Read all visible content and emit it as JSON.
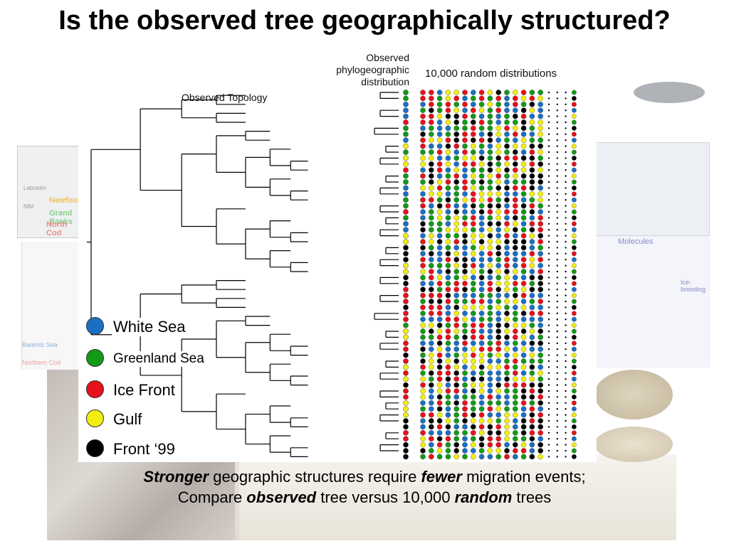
{
  "slide": {
    "title": "Is the observed tree geographically structured?"
  },
  "figure": {
    "observed_header": [
      "Observed",
      "phylogeographic",
      "distribution"
    ],
    "random_header": "10,000 random distributions",
    "topology_label": "Observed Topology"
  },
  "legend": [
    {
      "label": "White Sea",
      "color": "#1a6fc4"
    },
    {
      "label": "Greenland Sea",
      "color": "#119a16"
    },
    {
      "label": "Ice Front",
      "color": "#e8101a"
    },
    {
      "label": "Gulf",
      "color": "#f2ee10"
    },
    {
      "label": "Front ‘99",
      "color": "#000000"
    }
  ],
  "caption": {
    "line1": {
      "b1": "Stronger",
      "t1": " geographic structures require ",
      "b2": "fewer",
      "t2": " migration events;"
    },
    "line2": {
      "t0": "Compare ",
      "b1": "observed",
      "t1": " tree versus 10,000 ",
      "b2": "random",
      "t2": " trees"
    }
  },
  "background_collage": {
    "map_labels": [
      "Labrador",
      "Nfld",
      "Newfoundland",
      "Grand Banks",
      "North Cod"
    ],
    "chart_labels": [
      "Barents Sea",
      "Northern Cod"
    ],
    "molecules_label": "Molecules",
    "right_labels": [
      "Ice-breeding"
    ]
  },
  "colors": {
    "blue": "#1a6fc4",
    "green": "#119a16",
    "red": "#e8101a",
    "yellow": "#f2ee10",
    "black": "#000000"
  }
}
